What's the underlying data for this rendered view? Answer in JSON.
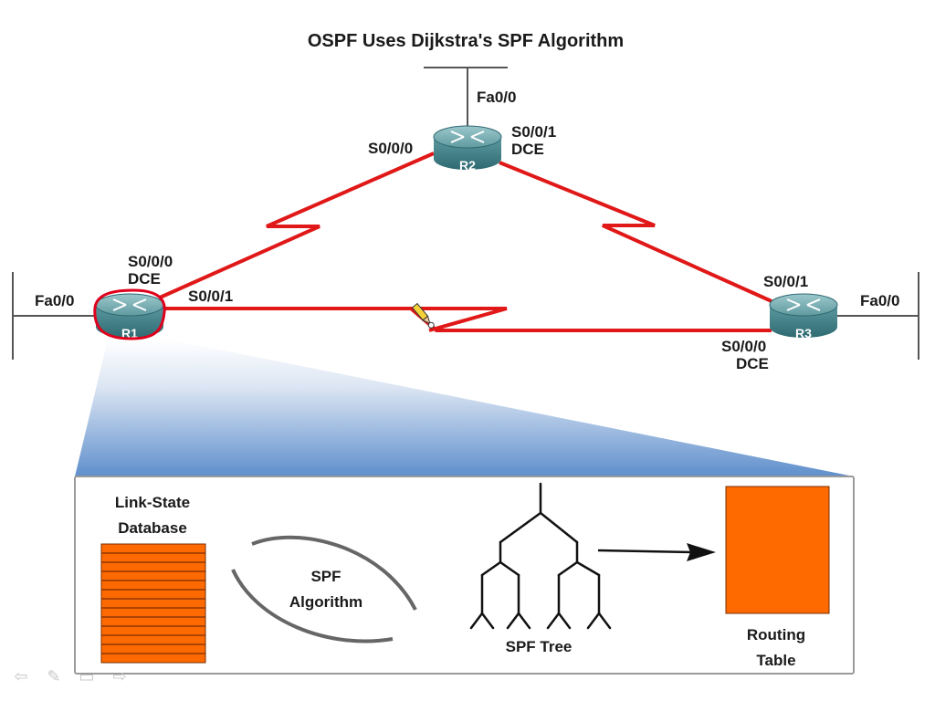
{
  "title": "OSPF Uses Dijkstra's SPF Algorithm",
  "routers": {
    "r1": {
      "name": "R1"
    },
    "r2": {
      "name": "R2"
    },
    "r3": {
      "name": "R3"
    }
  },
  "interfaces": {
    "r1_fa": "Fa0/0",
    "r1_s000": "S0/0/0",
    "r1_s000_dce": "DCE",
    "r1_s001": "S0/0/1",
    "r2_fa": "Fa0/0",
    "r2_s000": "S0/0/0",
    "r2_s001": "S0/0/1",
    "r2_s001_dce": "DCE",
    "r3_fa": "Fa0/0",
    "r3_s001": "S0/0/1",
    "r3_s000": "S0/0/0",
    "r3_s000_dce": "DCE"
  },
  "process": {
    "lsdb_line1": "Link-State",
    "lsdb_line2": "Database",
    "spf_line1": "SPF",
    "spf_line2": "Algorithm",
    "tree": "SPF Tree",
    "rt_line1": "Routing",
    "rt_line2": "Table"
  },
  "colors": {
    "link": "#e01818",
    "router": "#3f7f86",
    "router_top": "#6aa3a8",
    "orange": "#ff6a00",
    "highlight": "#e0001b"
  },
  "nav": {
    "back_icon": "⇦",
    "pen_icon": "✎",
    "screen_icon": "▭",
    "forward_icon": "⇨"
  }
}
